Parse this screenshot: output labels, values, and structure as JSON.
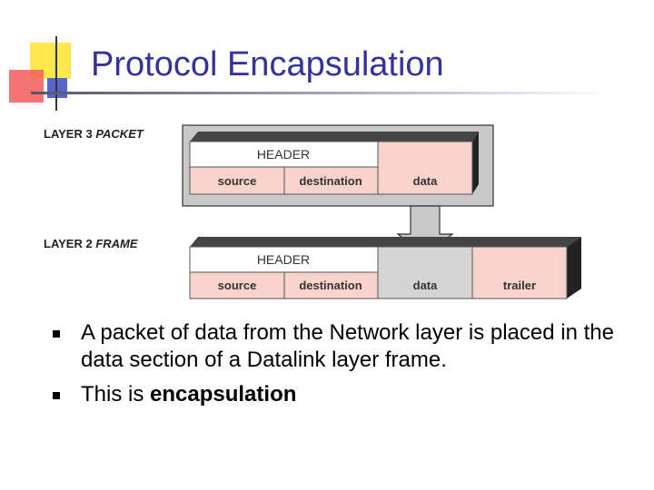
{
  "slide": {
    "title": "Protocol Encapsulation"
  },
  "diagram": {
    "packet_label": {
      "lead": "LAYER 3 ",
      "emph": "PACKET"
    },
    "frame_label": {
      "lead": "LAYER 2 ",
      "emph": "FRAME"
    },
    "packet": {
      "header": "HEADER",
      "source": "source",
      "destination": "destination",
      "data": "data"
    },
    "frame": {
      "header": "HEADER",
      "source": "source",
      "destination": "destination",
      "data": "data",
      "trailer": "trailer"
    },
    "colors": {
      "cell_pink": "#f7d3cc",
      "cell_white": "#ffffff",
      "cell_gray": "#d4d4d4",
      "box_gray": "#c9c9c9",
      "dark": "#333333"
    }
  },
  "bullets": [
    {
      "text": "A packet of data from the Network layer is placed in the data section of a Datalink layer frame."
    },
    {
      "text": "This is ",
      "strong": "encapsulation"
    }
  ]
}
